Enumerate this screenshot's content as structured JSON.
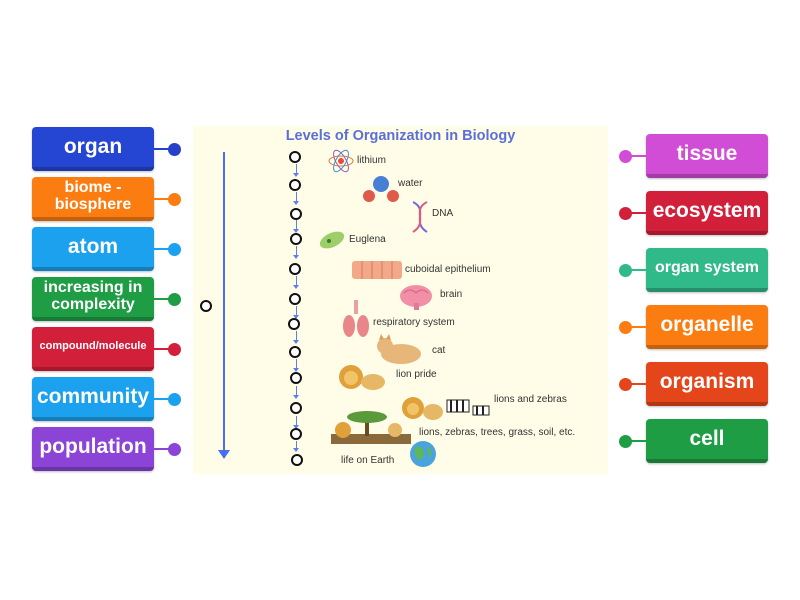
{
  "left_tiles": [
    {
      "label": "organ",
      "color": "#2446d3",
      "dot": "#2441c8"
    },
    {
      "label": "biome - biosphere",
      "color": "#fb7d11",
      "dot": "#fb7d11"
    },
    {
      "label": "atom",
      "color": "#1ba1ee",
      "dot": "#1ba1ee"
    },
    {
      "label": "increasing in complexity",
      "color": "#1f9d45",
      "dot": "#1f9d45"
    },
    {
      "label": "compound/molecule",
      "color": "#d3203a",
      "dot": "#d3203a"
    },
    {
      "label": "community",
      "color": "#1ba1ee",
      "dot": "#1ba1ee"
    },
    {
      "label": "population",
      "color": "#8b44d6",
      "dot": "#8b44d6"
    }
  ],
  "right_tiles": [
    {
      "label": "tissue",
      "color": "#d24dd6",
      "dot": "#d24dd6"
    },
    {
      "label": "ecosystem",
      "color": "#d3203a",
      "dot": "#d3203a"
    },
    {
      "label": "organ system",
      "color": "#30b989",
      "dot": "#30b989"
    },
    {
      "label": "organelle",
      "color": "#fb7d11",
      "dot": "#fb7d11"
    },
    {
      "label": "organism",
      "color": "#e5451a",
      "dot": "#e5451a"
    },
    {
      "label": "cell",
      "color": "#1f9d45",
      "dot": "#1f9d45"
    }
  ],
  "panel": {
    "title": "Levels of Organization in Biology",
    "items": [
      "lithium",
      "water",
      "DNA",
      "Euglena",
      "cuboidal epithelium",
      "brain",
      "respiratory system",
      "cat",
      "lion pride",
      "lions and zebras",
      "lions, zebras, trees, grass, soil, etc.",
      "life on Earth"
    ]
  }
}
